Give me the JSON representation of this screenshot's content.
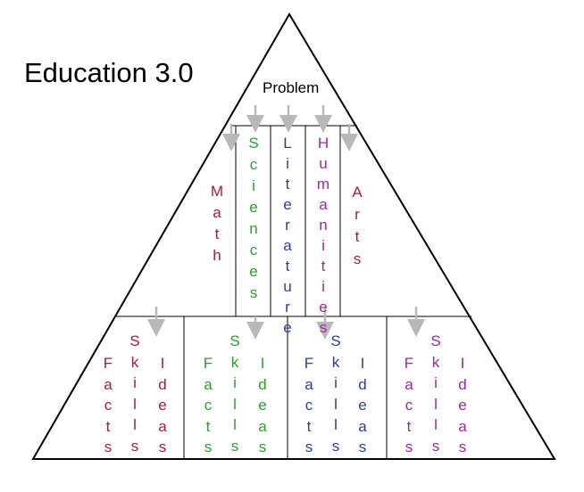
{
  "title": "Education 3.0",
  "problem_label": "Problem",
  "colors": {
    "outline": "#000000",
    "arrow": "#b8b8b8",
    "math": "#a01e3c",
    "sciences": "#2aa02a",
    "literature": "#2a3f9a",
    "humanities": "#9a2a9a",
    "arts": "#a01e3c"
  },
  "subjects": [
    {
      "label": "Math",
      "color_key": "math"
    },
    {
      "label": "Sciences",
      "color_key": "sciences"
    },
    {
      "label": "Literature",
      "color_key": "literature"
    },
    {
      "label": "Humanities",
      "color_key": "humanities"
    },
    {
      "label": "Arts",
      "color_key": "arts"
    }
  ],
  "base_groups": [
    {
      "color_key": "math",
      "words": [
        "Facts",
        "Skills",
        "Ideas"
      ]
    },
    {
      "color_key": "sciences",
      "words": [
        "Facts",
        "Skills",
        "Ideas"
      ]
    },
    {
      "color_key": "literature",
      "words": [
        "Facts",
        "Skills",
        "Ideas"
      ]
    },
    {
      "color_key": "humanities",
      "words": [
        "Facts",
        "Skills",
        "Ideas"
      ]
    }
  ]
}
